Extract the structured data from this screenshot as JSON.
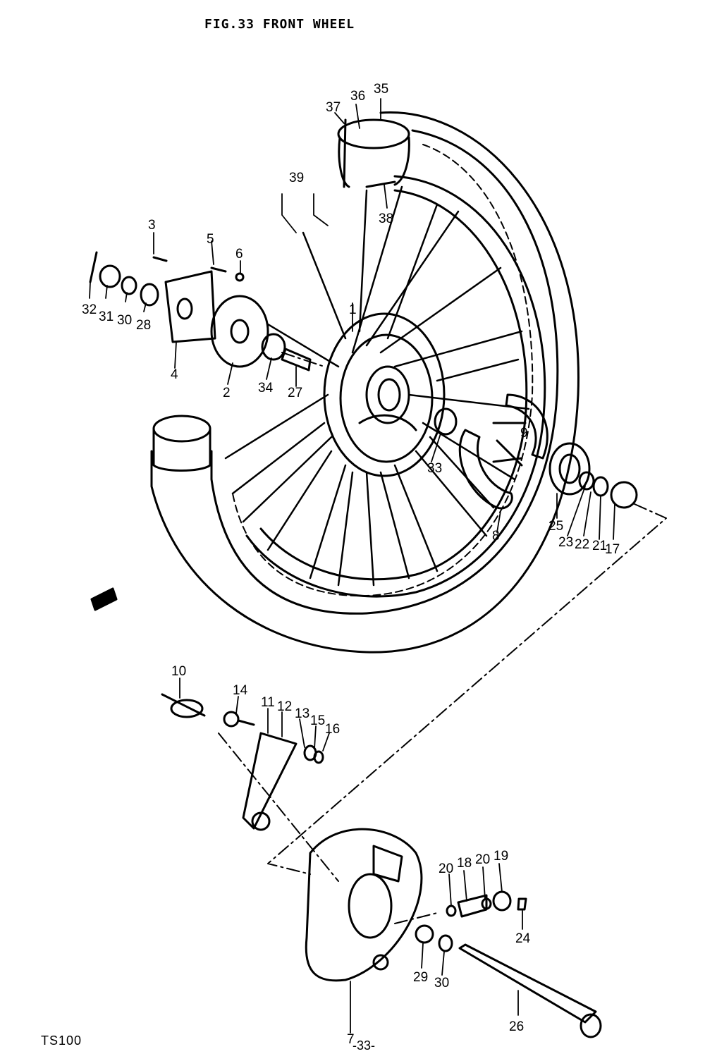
{
  "figure": {
    "title": "FIG.33  FRONT WHEEL",
    "model": "TS100",
    "page": "-33-"
  },
  "callouts": [
    "1",
    "2",
    "3",
    "4",
    "5",
    "6",
    "7",
    "8",
    "9",
    "10",
    "11",
    "12",
    "13",
    "14",
    "15",
    "16",
    "17",
    "18",
    "19",
    "20",
    "20",
    "21",
    "22",
    "23",
    "24",
    "25",
    "26",
    "27",
    "28",
    "29",
    "30",
    "30",
    "31",
    "32",
    "33",
    "34",
    "35",
    "36",
    "37",
    "38",
    "39"
  ]
}
